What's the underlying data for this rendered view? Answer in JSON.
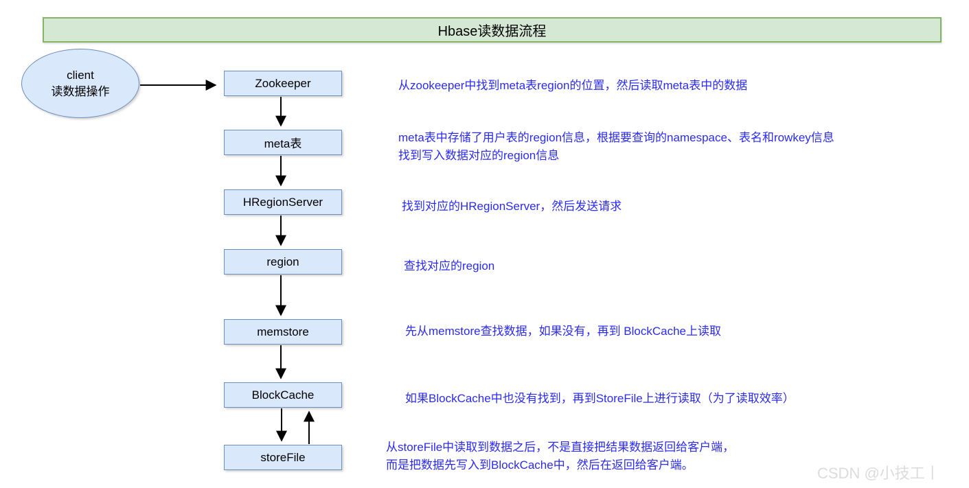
{
  "title": "Hbase读数据流程",
  "client_node": {
    "lines": [
      "client",
      "读数据操作"
    ]
  },
  "nodes": [
    {
      "label": "Zookeeper"
    },
    {
      "label": "meta表"
    },
    {
      "label": "HRegionServer"
    },
    {
      "label": "region"
    },
    {
      "label": "memstore"
    },
    {
      "label": "BlockCache"
    },
    {
      "label": "storeFile"
    }
  ],
  "annotations": [
    {
      "lines": [
        "从zookeeper中找到meta表region的位置，然后读取meta表中的数据"
      ]
    },
    {
      "lines": [
        "meta表中存储了用户表的region信息，根据要查询的namespace、表名和rowkey信息",
        "找到写入数据对应的region信息"
      ]
    },
    {
      "lines": [
        "找到对应的HRegionServer，然后发送请求"
      ]
    },
    {
      "lines": [
        "查找对应的region"
      ]
    },
    {
      "lines": [
        "先从memstore查找数据，如果没有，再到 BlockCache上读取"
      ]
    },
    {
      "lines": [
        "如果BlockCache中也没有找到，再到StoreFile上进行读取（为了读取效率）"
      ]
    },
    {
      "lines": [
        "从storeFile中读取到数据之后，不是直接把结果数据返回给客户端，",
        "而是把数据先写入到BlockCache中，然后在返回给客户端。"
      ]
    }
  ],
  "watermark": "CSDN @小技工丨",
  "colors": {
    "banner_fill": "#d5e8d4",
    "banner_border": "#82b366",
    "node_fill": "#dae8fc",
    "node_border": "#6c8ebf",
    "annotation_text": "#2b2bf0",
    "arrow": "#000000",
    "watermark": "#dcdcdc"
  }
}
